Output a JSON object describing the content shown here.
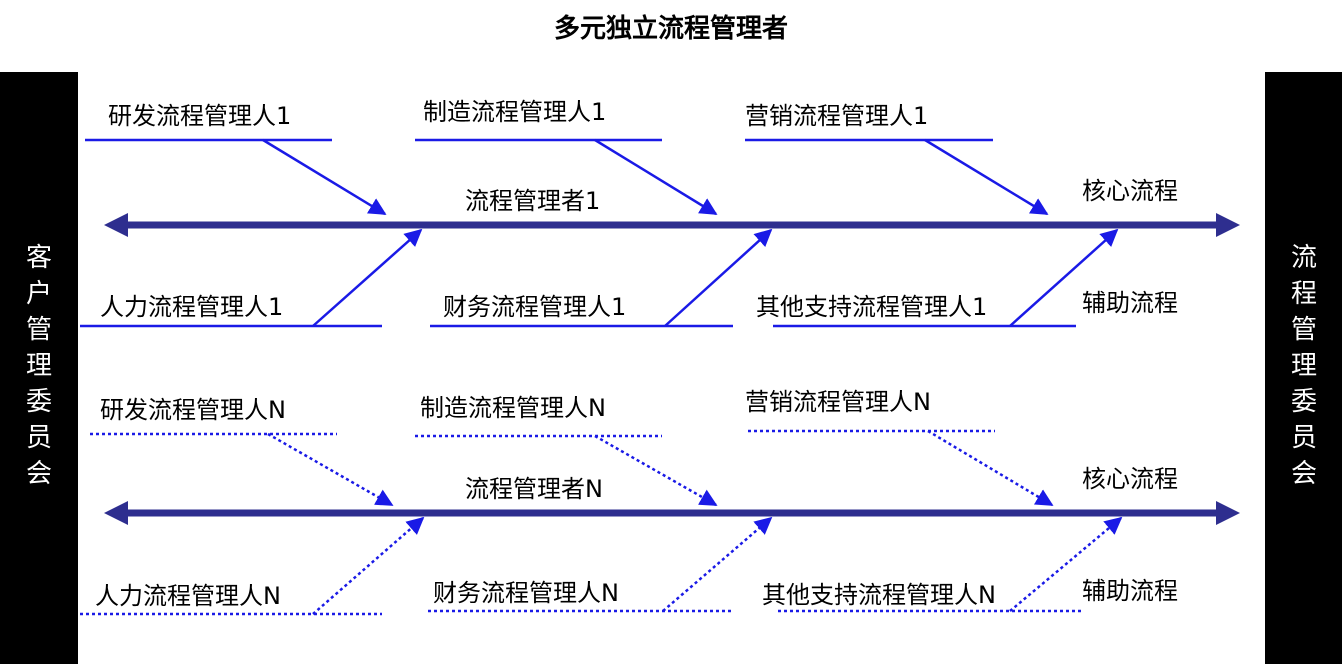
{
  "title": "多元独立流程管理者",
  "left_committee": "客户管理委员会",
  "right_committee": "流程管理委员会",
  "groups": [
    {
      "core_manager": "流程管理者1",
      "core_tag": "核心流程",
      "support_tag": "辅助流程",
      "core_roles": [
        "研发流程管理人1",
        "制造流程管理人1",
        "营销流程管理人1"
      ],
      "support_roles": [
        "人力流程管理人1",
        "财务流程管理人1",
        "其他支持流程管理人1"
      ],
      "line_style": "solid"
    },
    {
      "core_manager": "流程管理者N",
      "core_tag": "核心流程",
      "support_tag": "辅助流程",
      "core_roles": [
        "研发流程管理人N",
        "制造流程管理人N",
        "营销流程管理人N"
      ],
      "support_roles": [
        "人力流程管理人N",
        "财务流程管理人N",
        "其他支持流程管理人N"
      ],
      "line_style": "dotted"
    }
  ],
  "colors": {
    "spine": "#2E2E8F",
    "branch": "#1A1AE6",
    "bar": "#000000"
  }
}
